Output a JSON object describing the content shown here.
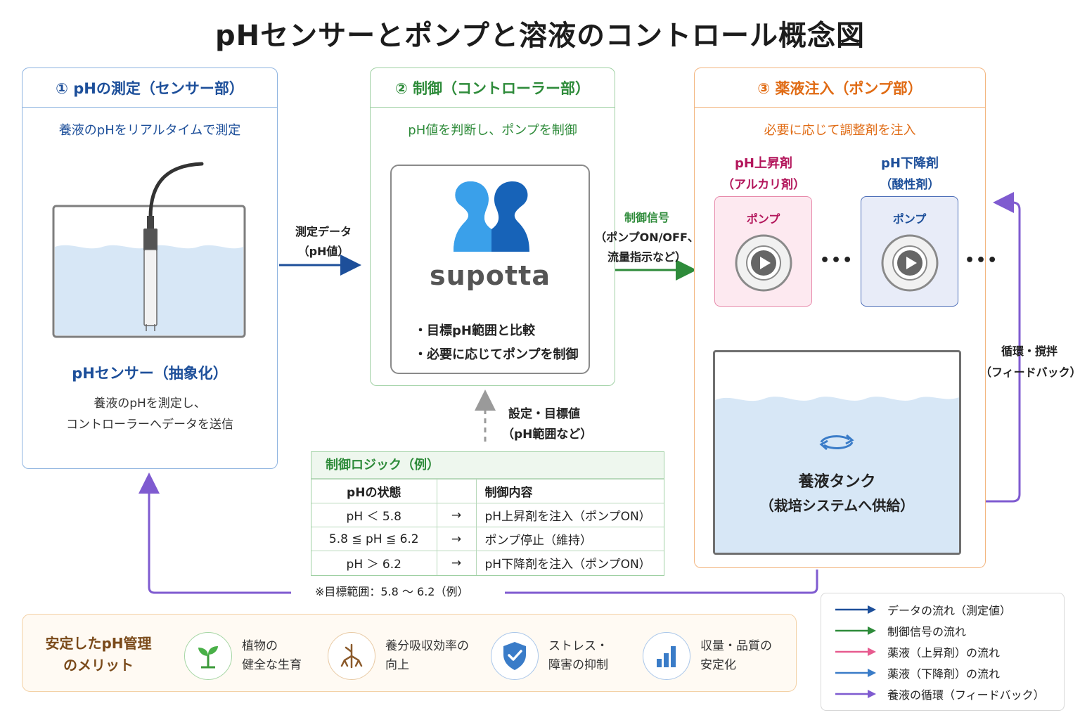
{
  "title": "pHセンサーとポンプと溶液のコントロール概念図",
  "sensor": {
    "header": "① pHの測定（センサー部）",
    "subtitle": "養液のpHをリアルタイムで測定",
    "name": "pHセンサー（抽象化）",
    "desc_line1": "養液のpHを測定し、",
    "desc_line2": "コントローラーへデータを送信"
  },
  "controller": {
    "header": "② 制御（コントローラー部）",
    "subtitle": "pH値を判断し、ポンプを制御",
    "brand": "supotta",
    "bullet1": "・目標pH範囲と比較",
    "bullet2": "・必要に応じてポンプを制御"
  },
  "pump_section": {
    "header": "③ 薬液注入（ポンプ部）",
    "subtitle": "必要に応じて調整剤を注入",
    "pumps": [
      {
        "title": "pH上昇剤",
        "subtitle": "（アルカリ剤）",
        "label": "ポンプ"
      },
      {
        "title": "pH下降剤",
        "subtitle": "（酸性剤）",
        "label": "ポンプ"
      }
    ],
    "ellipsis": "•••",
    "tank_line1": "養液タンク",
    "tank_line2": "（栽培システムへ供給）"
  },
  "flows": {
    "data_line1": "測定データ",
    "data_line2": "（pH値）",
    "signal_line1": "制御信号",
    "signal_line2": "（ポンプON/OFF、",
    "signal_line3": "流量指示など）",
    "setting_line1": "設定・目標値",
    "setting_line2": "（pH範囲など）",
    "circulation_line1": "循環・撹拌",
    "circulation_line2": "（フィードバック）"
  },
  "logic": {
    "title": "制御ロジック（例）",
    "col_state": "pHの状態",
    "col_action": "制御内容",
    "rows": [
      {
        "state": "pH ＜ 5.8",
        "arrow": "→",
        "action": "pH上昇剤を注入（ポンプON）"
      },
      {
        "state": "5.8 ≦ pH ≦ 6.2",
        "arrow": "→",
        "action": "ポンプ停止（維持）"
      },
      {
        "state": "pH ＞ 6.2",
        "arrow": "→",
        "action": "pH下降剤を注入（ポンプON）"
      }
    ],
    "note": "※目標範囲：5.8 〜 6.2（例）"
  },
  "merits": {
    "title_line1": "安定したpH管理",
    "title_line2": "のメリット",
    "items": [
      {
        "line1": "植物の",
        "line2": "健全な生育",
        "icon": "sprout-icon"
      },
      {
        "line1": "養分吸収効率の",
        "line2": "向上",
        "icon": "roots-icon"
      },
      {
        "line1": "ストレス・",
        "line2": "障害の抑制",
        "icon": "shield-check-icon"
      },
      {
        "line1": "収量・品質の",
        "line2": "安定化",
        "icon": "bar-chart-icon"
      }
    ]
  },
  "legend": {
    "items": [
      {
        "label": "データの流れ（測定値）",
        "color": "#1d4f9a"
      },
      {
        "label": "制御信号の流れ",
        "color": "#2e8b3a"
      },
      {
        "label": "薬液（上昇剤）の流れ",
        "color": "#e75b8f"
      },
      {
        "label": "薬液（下降剤）の流れ",
        "color": "#3a7cc8"
      },
      {
        "label": "養液の循環（フィードバック）",
        "color": "#7f5bd0"
      }
    ]
  },
  "colors": {
    "sensor": "#1d4f9a",
    "control": "#2e8b3a",
    "pump": "#e06b14",
    "raise": "#e75b8f",
    "lower": "#3a7cc8",
    "feedback": "#7f5bd0"
  }
}
